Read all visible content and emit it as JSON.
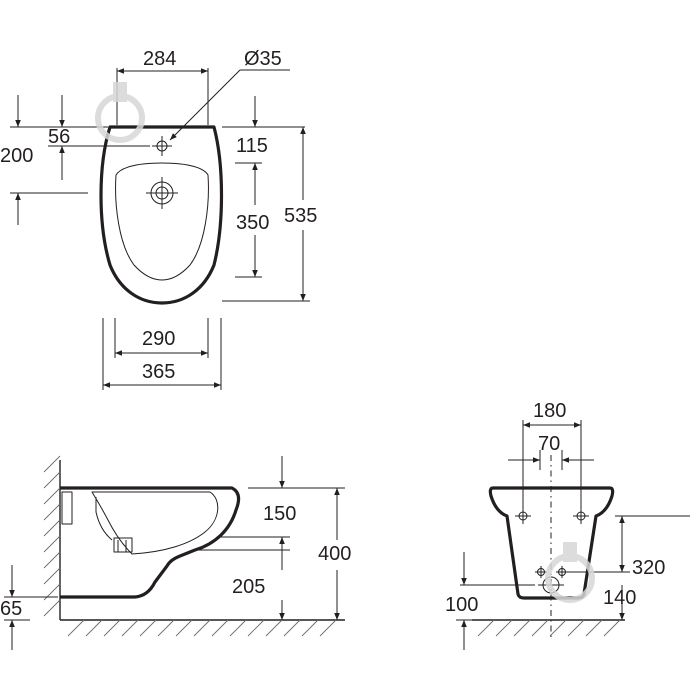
{
  "top_view": {
    "dims": {
      "d284": "284",
      "d35": "Ø35",
      "d56": "56",
      "d200": "200",
      "d115": "115",
      "d350": "350",
      "d535": "535",
      "d290": "290",
      "d365": "365"
    }
  },
  "side_view": {
    "dims": {
      "d150": "150",
      "d400": "400",
      "d205": "205",
      "d65": "65"
    }
  },
  "rear_view": {
    "dims": {
      "d180": "180",
      "d70": "70",
      "d320": "320",
      "d100": "100",
      "d140": "140"
    }
  },
  "colors": {
    "line": "#231f20",
    "hatch": "#6d6a6b",
    "watermark": "#d7d7d7"
  }
}
